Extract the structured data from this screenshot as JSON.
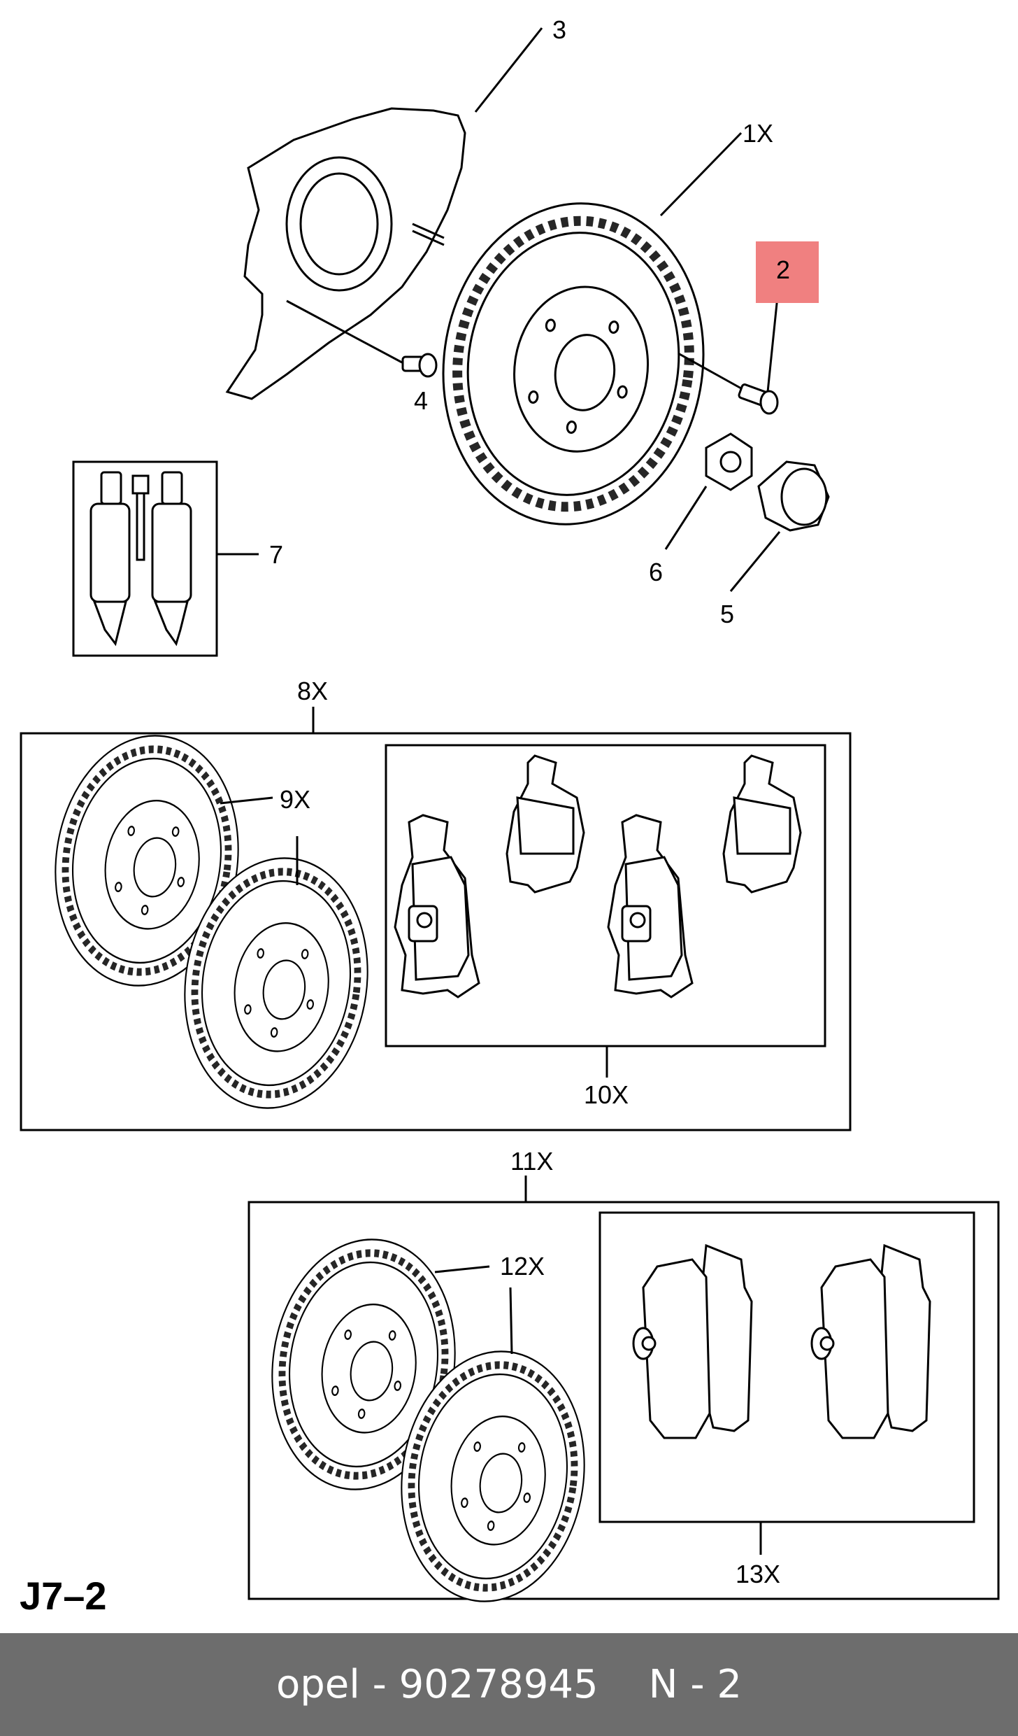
{
  "diagram": {
    "sheet_id": "J7–2",
    "callouts": {
      "c1": "1X",
      "c2": "2",
      "c3": "3",
      "c4": "4",
      "c5": "5",
      "c6": "6",
      "c7": "7",
      "c8": "8X",
      "c9": "9X",
      "c10": "10X",
      "c11": "11X",
      "c12": "12X",
      "c13": "13X"
    },
    "highlight_color": "#f08080"
  },
  "footer": {
    "part_text": "opel - 90278945",
    "position_text": "N - 2",
    "background": "#6d6d6d"
  }
}
